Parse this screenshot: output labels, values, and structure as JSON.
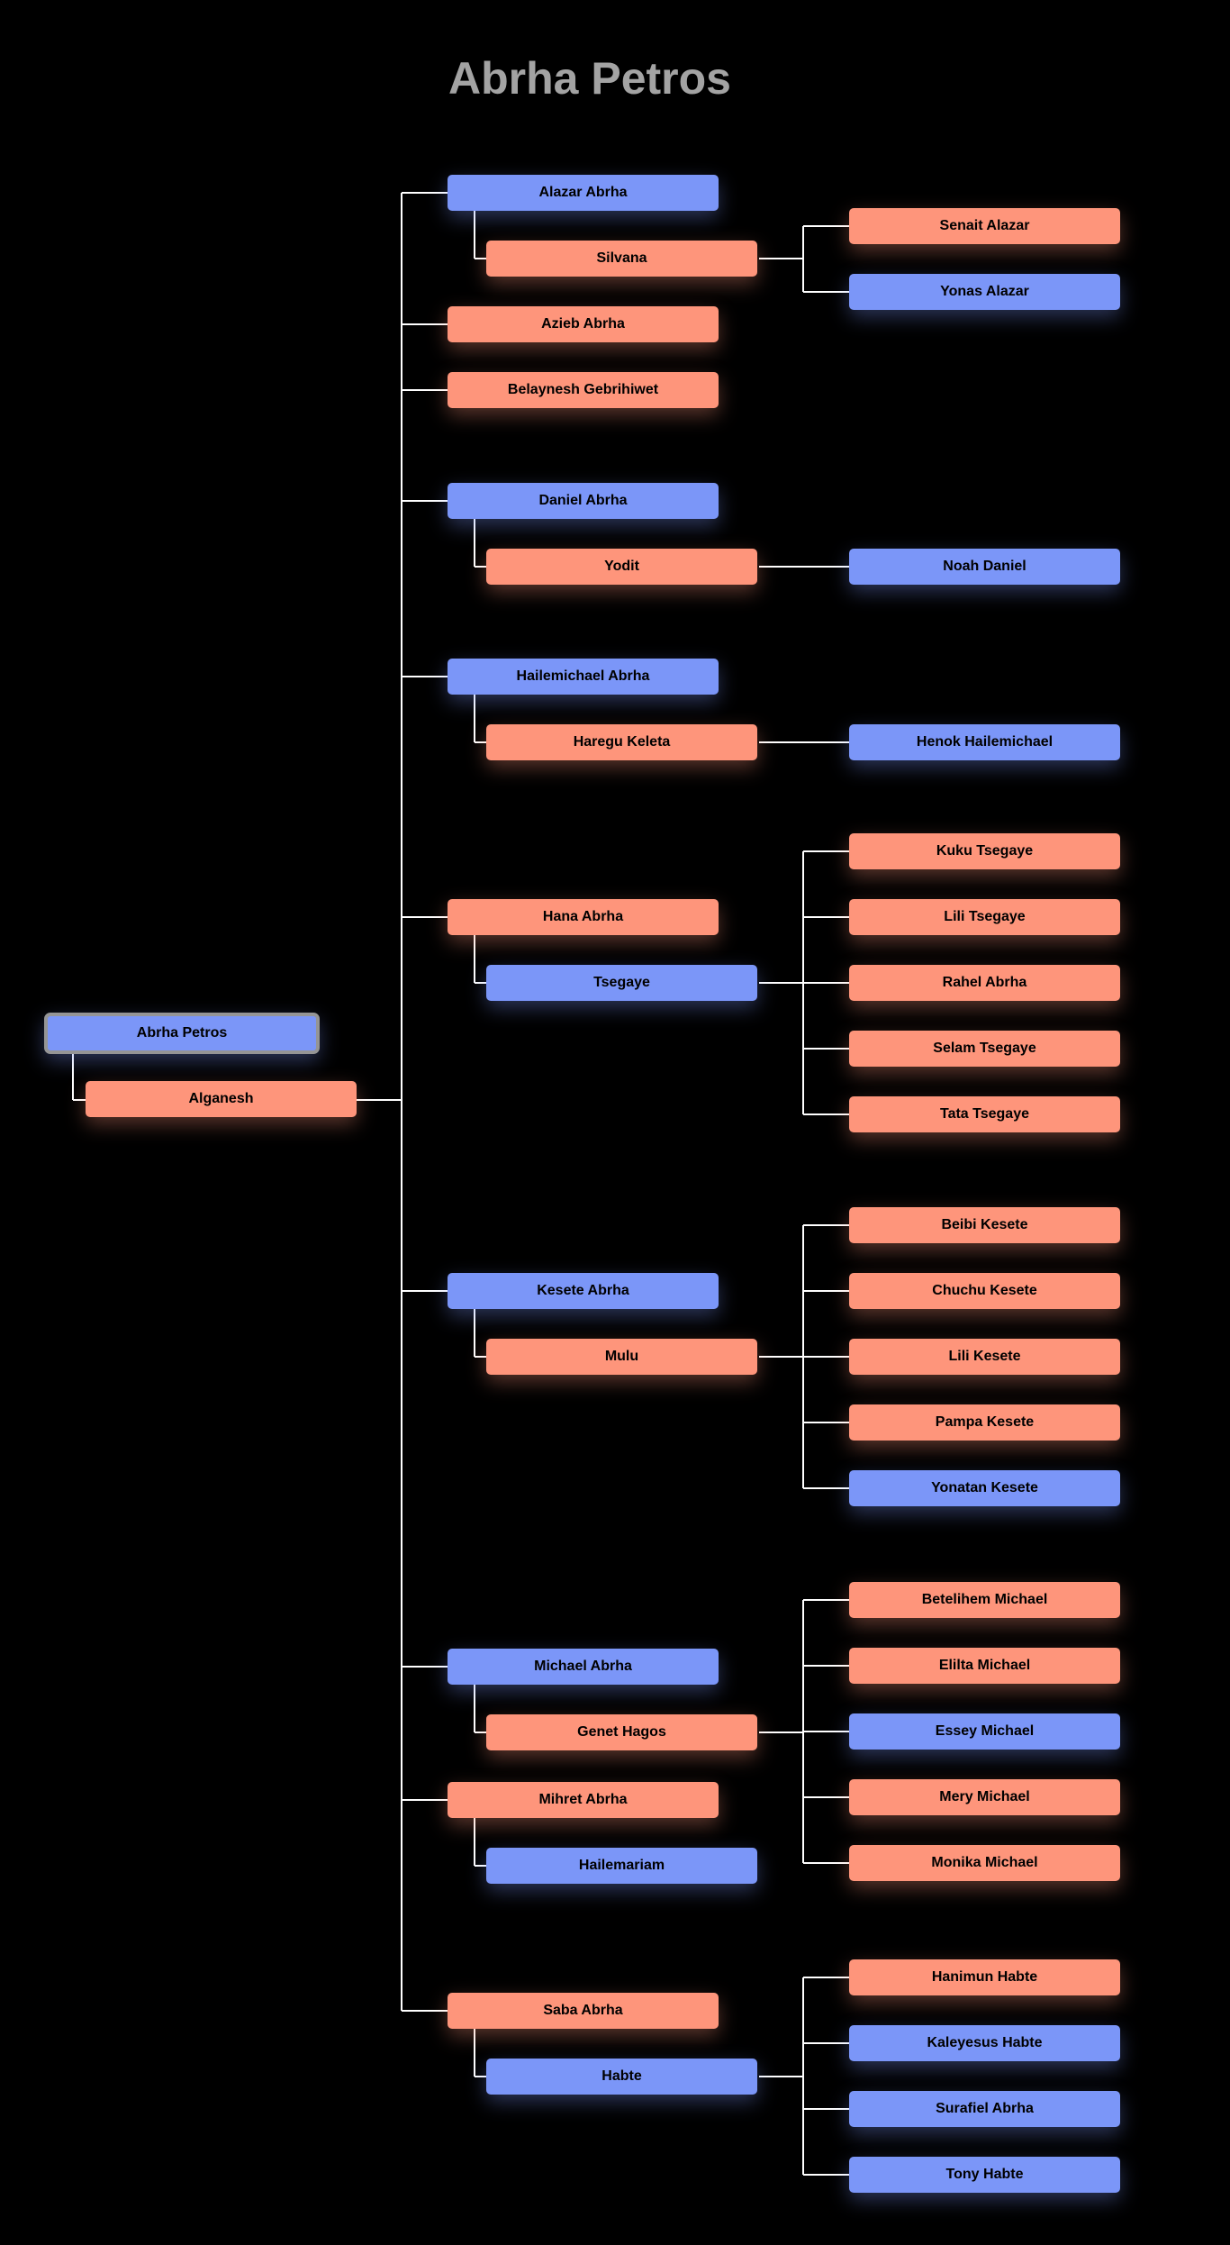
{
  "title": "Abrha Petros",
  "colors": {
    "male": "#7b96f8",
    "female": "#fe957b"
  },
  "root": {
    "name": "Abrha Petros",
    "color": "male"
  },
  "root_spouse": {
    "name": "Alganesh",
    "color": "female"
  },
  "children": [
    {
      "name": "Alazar Abrha",
      "color": "male",
      "spouse": {
        "name": "Silvana",
        "color": "female"
      },
      "children": [
        {
          "name": "Senait  Alazar",
          "color": "female"
        },
        {
          "name": "Yonas Alazar",
          "color": "male"
        }
      ]
    },
    {
      "name": "Azieb Abrha",
      "color": "female"
    },
    {
      "name": "Belaynesh Gebrihiwet",
      "color": "female"
    },
    {
      "name": "Daniel Abrha",
      "color": "male",
      "spouse": {
        "name": "Yodit",
        "color": "female"
      },
      "children": [
        {
          "name": "Noah Daniel",
          "color": "male"
        }
      ]
    },
    {
      "name": "Hailemichael Abrha",
      "color": "male",
      "spouse": {
        "name": "Haregu Keleta",
        "color": "female"
      },
      "children": [
        {
          "name": "Henok Hailemichael",
          "color": "male"
        }
      ]
    },
    {
      "name": "Hana Abrha",
      "color": "female",
      "spouse": {
        "name": "Tsegaye",
        "color": "male"
      },
      "children": [
        {
          "name": "Kuku Tsegaye",
          "color": "female"
        },
        {
          "name": "Lili Tsegaye",
          "color": "female"
        },
        {
          "name": "Rahel Abrha",
          "color": "female"
        },
        {
          "name": "Selam Tsegaye",
          "color": "female"
        },
        {
          "name": "Tata Tsegaye",
          "color": "female"
        }
      ]
    },
    {
      "name": "Kesete Abrha",
      "color": "male",
      "spouse": {
        "name": "Mulu",
        "color": "female"
      },
      "children": [
        {
          "name": "Beibi Kesete",
          "color": "female"
        },
        {
          "name": "Chuchu Kesete",
          "color": "female"
        },
        {
          "name": "Lili Kesete",
          "color": "female"
        },
        {
          "name": "Pampa Kesete",
          "color": "female"
        },
        {
          "name": "Yonatan Kesete",
          "color": "male"
        }
      ]
    },
    {
      "name": "Michael Abrha",
      "color": "male",
      "spouse": {
        "name": "Genet Hagos",
        "color": "female"
      },
      "children": [
        {
          "name": "Betelihem Michael",
          "color": "female"
        },
        {
          "name": "Elilta Michael",
          "color": "female"
        },
        {
          "name": "Essey Michael",
          "color": "male"
        },
        {
          "name": "Mery Michael",
          "color": "female"
        },
        {
          "name": "Monika Michael",
          "color": "female"
        }
      ]
    },
    {
      "name": "Mihret Abrha",
      "color": "female",
      "spouse": {
        "name": "Hailemariam",
        "color": "male"
      }
    },
    {
      "name": "Saba Abrha",
      "color": "female",
      "spouse": {
        "name": "Habte",
        "color": "male"
      },
      "children": [
        {
          "name": "Hanimun Habte",
          "color": "female"
        },
        {
          "name": "Kaleyesus Habte",
          "color": "male"
        },
        {
          "name": "Surafiel Abrha",
          "color": "male"
        },
        {
          "name": "Tony Habte",
          "color": "male"
        }
      ]
    }
  ]
}
